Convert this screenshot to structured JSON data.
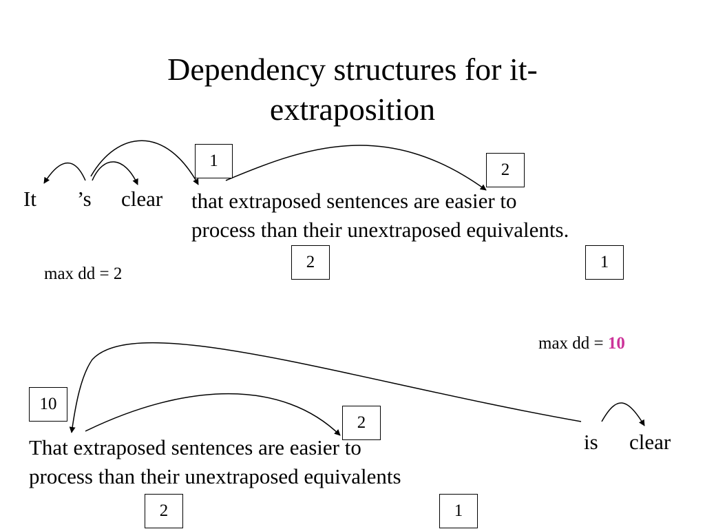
{
  "title_line1": "Dependency structures for it-",
  "title_line2": "extraposition",
  "colors": {
    "text": "#000000",
    "accent": "#cc3399",
    "background": "#ffffff"
  },
  "example1": {
    "words": [
      "It",
      "’s",
      "clear"
    ],
    "sentence_line1": "that extraposed sentences are easier to",
    "sentence_line2": "process than their unextraposed equivalents.",
    "box_upper_left": "1",
    "box_upper_right": "2",
    "box_lower_left": "2",
    "box_lower_right": "1",
    "max_dd_label": "max dd = 2"
  },
  "example2": {
    "max_dd_prefix": "max dd = ",
    "max_dd_value": "10",
    "sentence_line1": "That extraposed sentences are easier to",
    "sentence_line2": "process than their unextraposed equivalents",
    "words": [
      "is",
      "clear"
    ],
    "box_far": "10",
    "box_upper": "2",
    "box_lower_left": "2",
    "box_lower_right": "1"
  }
}
